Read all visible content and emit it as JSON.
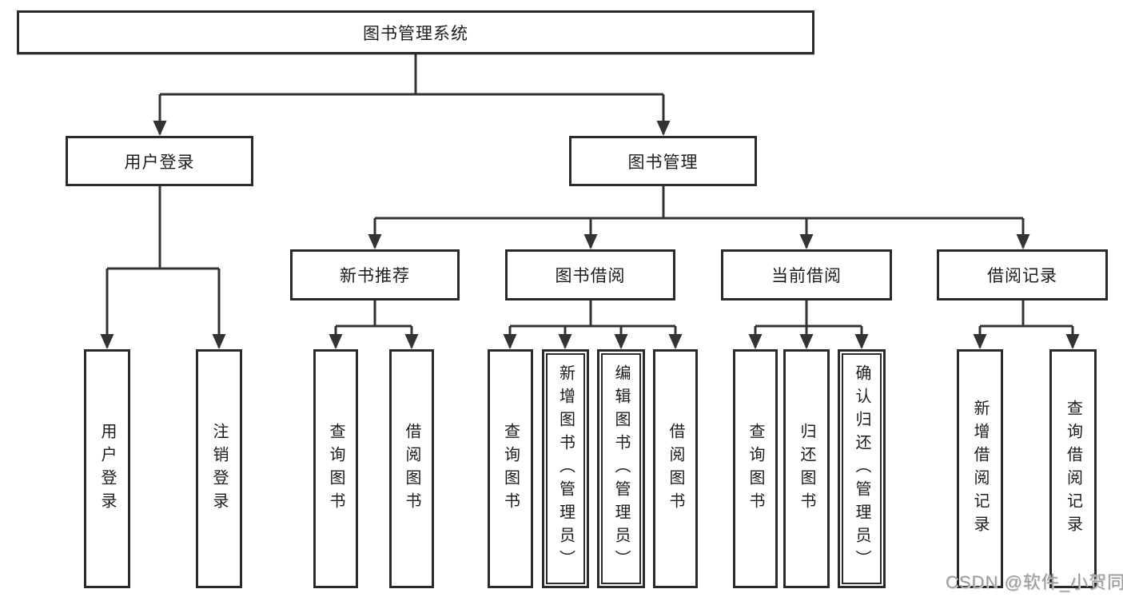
{
  "tree": {
    "root": {
      "label": "图书管理系统"
    },
    "children": [
      {
        "label": "用户登录",
        "children": [
          {
            "label": "用户登录"
          },
          {
            "label": "注销登录"
          }
        ]
      },
      {
        "label": "图书管理",
        "children": [
          {
            "label": "新书推荐",
            "children": [
              {
                "label": "查询图书"
              },
              {
                "label": "借阅图书"
              }
            ]
          },
          {
            "label": "图书借阅",
            "children": [
              {
                "label": "查询图书"
              },
              {
                "label": "新增图书（管理员）"
              },
              {
                "label": "编辑图书（管理员）"
              },
              {
                "label": "借阅图书"
              }
            ]
          },
          {
            "label": "当前借阅",
            "children": [
              {
                "label": "查询图书"
              },
              {
                "label": "归还图书"
              },
              {
                "label": "确认归还（管理员）"
              }
            ]
          },
          {
            "label": "借阅记录",
            "children": [
              {
                "label": "新增借阅记录"
              },
              {
                "label": "查询借阅记录"
              }
            ]
          }
        ]
      }
    ]
  },
  "watermark": {
    "text": "CSDN @软件_小贺同学",
    "color": "#9c9c9c"
  },
  "colors": {
    "line": "#333333",
    "box_border": "#2b2b2b",
    "text": "#1c1c1c",
    "background": "#ffffff"
  }
}
